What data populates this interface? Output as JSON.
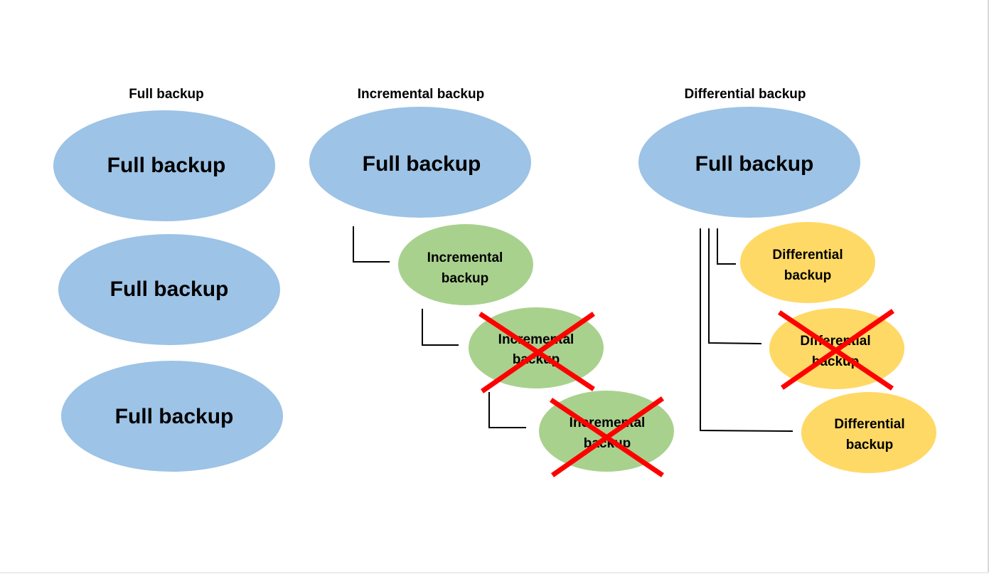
{
  "colors": {
    "full_fill": "#9dc3e6",
    "incremental_fill": "#a9d18e",
    "differential_fill": "#ffd966",
    "cross": "#ff0000",
    "connector": "#000000"
  },
  "columns": {
    "full": {
      "title": "Full backup",
      "nodes": [
        {
          "label": "Full backup",
          "crossed": false
        },
        {
          "label": "Full backup",
          "crossed": false
        },
        {
          "label": "Full backup",
          "crossed": false
        }
      ]
    },
    "incremental": {
      "title": "Incremental backup",
      "root": {
        "label": "Full backup"
      },
      "nodes": [
        {
          "line1": "Incremental",
          "line2": "backup",
          "crossed": false
        },
        {
          "line1": "Incremental",
          "line2": "backup",
          "crossed": true
        },
        {
          "line1": "Incremental",
          "line2": "backup",
          "crossed": true
        }
      ]
    },
    "differential": {
      "title": "Differential backup",
      "root": {
        "label": "Full backup"
      },
      "nodes": [
        {
          "line1": "Differential",
          "line2": "backup",
          "crossed": false
        },
        {
          "line1": "Differential",
          "line2": "backup",
          "crossed": true
        },
        {
          "line1": "Differential",
          "line2": "backup",
          "crossed": false
        }
      ]
    }
  }
}
